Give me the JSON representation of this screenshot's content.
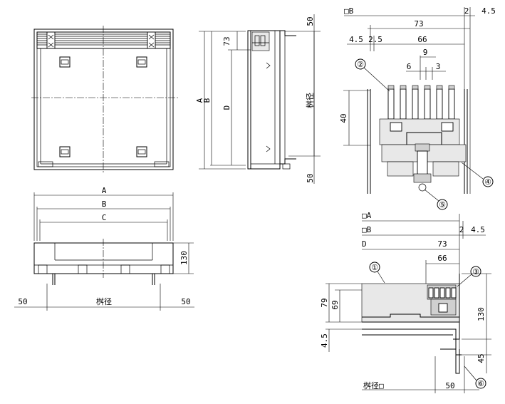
{
  "dimensions": {
    "front_top_50": "50",
    "front_73": "73",
    "front_A": "A",
    "front_B": "B",
    "front_D": "D",
    "front_pit": "桝径",
    "front_bottom_50": "50",
    "plan_A": "A",
    "plan_B": "B",
    "plan_C": "C",
    "plan_130": "130",
    "plan_left_50": "50",
    "plan_pit": "桝径",
    "plan_right_50": "50",
    "detail1_box_B": "□B",
    "detail1_2": "2",
    "detail1_4_5_right": "4.5",
    "detail1_73": "73",
    "detail1_4_5_left": "4.5",
    "detail1_2_5": "2.5",
    "detail1_66": "66",
    "detail1_9": "9",
    "detail1_6": "6",
    "detail1_3": "3",
    "detail1_40": "40",
    "detail2_box_A": "□A",
    "detail2_box_B": "□B",
    "detail2_2": "2",
    "detail2_4_5": "4.5",
    "detail2_D": "D",
    "detail2_73": "73",
    "detail2_66": "66",
    "detail2_79": "79",
    "detail2_69": "69",
    "detail2_130": "130",
    "detail2_4_5_left": "4.5",
    "detail2_45": "45",
    "detail2_pit_box": "桝径□",
    "detail2_50": "50"
  },
  "callouts": [
    "②",
    "④",
    "⑤",
    "①",
    "③",
    "⑥"
  ]
}
